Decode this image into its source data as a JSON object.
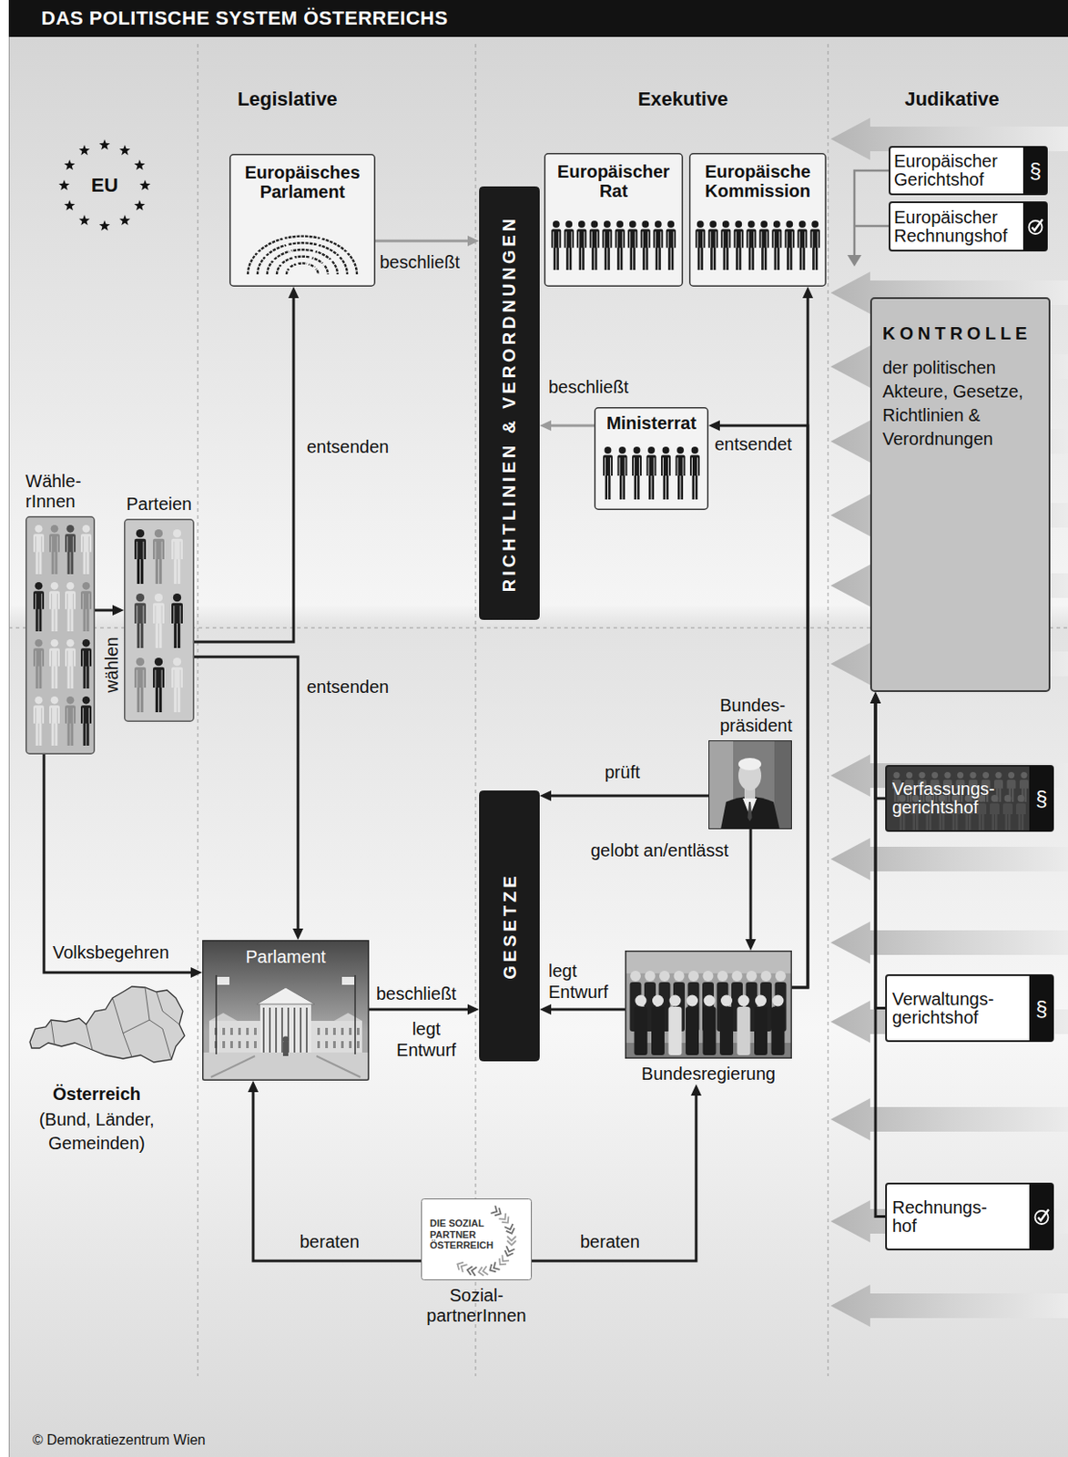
{
  "diagram": {
    "title": "DAS POLITISCHE SYSTEM ÖSTERREICHS",
    "nodes": [
      {
        "text": [
          "Europäisches Parlament"
        ]
      },
      {
        "text": [
          "RICHTLINIEN & VERORDNUNGEN"
        ]
      },
      {
        "text": [
          "Europäischer Rat"
        ]
      },
      {
        "text": [
          "Europäische Kommission"
        ]
      },
      {
        "text": [
          "Europäischer Gerichtshof"
        ]
      },
      {
        "text": [
          "Europäischer Rechnungshof"
        ]
      },
      {
        "text": [
          "KONTROLLE",
          "der politischen Akteure, Gesetze, Richtlinien & Verordnungen"
        ]
      },
      {
        "text": [
          "Ministerrat"
        ]
      },
      {
        "text": [
          "Wähle- rInnen"
        ]
      },
      {
        "text": [
          "Parteien"
        ]
      },
      {
        "text": [
          "Bundes- präsident"
        ]
      },
      {
        "text": [
          "GESETZE"
        ]
      },
      {
        "text": [
          "Verfassungs- gerichtshof"
        ]
      },
      {
        "text": [
          "Parlament"
        ]
      },
      {
        "text": [
          "Bundesregierung"
        ]
      },
      {
        "text": [
          "Verwaltungs- gerichtshof"
        ]
      },
      {
        "text": [
          "Rechnungs- hof"
        ]
      },
      {
        "text": [
          "DIE SOZIAL PARTNER ÖSTERREICH",
          "Sozial- partnerInnen"
        ]
      }
    ],
    "edges": [
      {
        "from": 8,
        "to": 9,
        "label": "wählen",
        "arrow": "to"
      },
      {
        "from": 9,
        "to": 0,
        "label": "entsenden",
        "arrow": "to"
      },
      {
        "from": 9,
        "to": 13,
        "label": "entsenden",
        "arrow": "to"
      },
      {
        "from": 8,
        "to": 13,
        "label": "Volksbegehren",
        "arrow": "to"
      },
      {
        "from": 0,
        "to": 1,
        "label": "beschließt",
        "arrow": "to"
      },
      {
        "from": 7,
        "to": 1,
        "label": "beschließt",
        "arrow": "to"
      },
      {
        "from": 14,
        "to": 3,
        "arrow": "to"
      },
      {
        "from": 14,
        "to": 7,
        "label": "entsendet",
        "arrow": "to"
      },
      {
        "from": 10,
        "to": 11,
        "label": "prüft",
        "arrow": "to"
      },
      {
        "from": 10,
        "to": 14,
        "label": "gelobt an/entlässt",
        "arrow": "to"
      },
      {
        "from": 13,
        "to": 11,
        "label": "beschließt",
        "arrow": "to"
      },
      {
        "from": 14,
        "to": 11,
        "label": "legt Entwurf",
        "arrow": "to"
      },
      {
        "from": 17,
        "to": 13,
        "label": "beraten",
        "arrow": "to"
      },
      {
        "from": 17,
        "to": 14,
        "label": "beraten",
        "arrow": "to"
      },
      {
        "from": 12,
        "to": 6,
        "arrow": "to"
      },
      {
        "from": 15,
        "to": 6,
        "arrow": "to"
      },
      {
        "from": 16,
        "to": 6,
        "arrow": "to"
      }
    ],
    "labels": [
      "Legislative",
      "Exekutive",
      "Judikative",
      "EU",
      "§",
      "§",
      "§",
      "legt Entwurf",
      "Österreich",
      "(Bund, Länder, Gemeinden)",
      "© Demokratiezentrum Wien"
    ]
  }
}
